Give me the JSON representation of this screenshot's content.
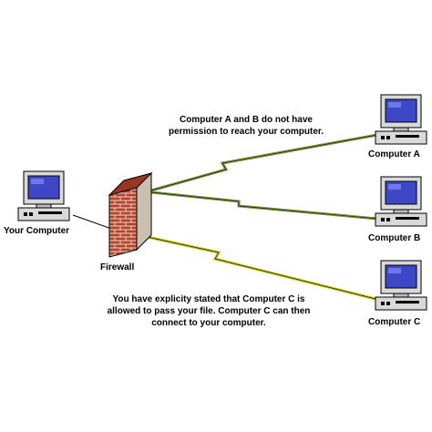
{
  "nodes": {
    "your_computer": "Your Computer",
    "firewall": "Firewall",
    "computer_a": "Computer A",
    "computer_b": "Computer B",
    "computer_c": "Computer C"
  },
  "notes": {
    "blocked": "Computer A and B do not have\npermission to reach your computer.",
    "allowed": "You have explicity stated that Computer C is\nallowed to pass your file.  Computer C can then\nconnect to your computer."
  },
  "colors": {
    "blocked_link": "#7a9a3a",
    "allowed_link": "#c8c800",
    "wall_brick": "#b5442f",
    "wall_mortar": "#e6d9c7",
    "screen": "#3e47c6",
    "case": "#d9d9d9"
  }
}
